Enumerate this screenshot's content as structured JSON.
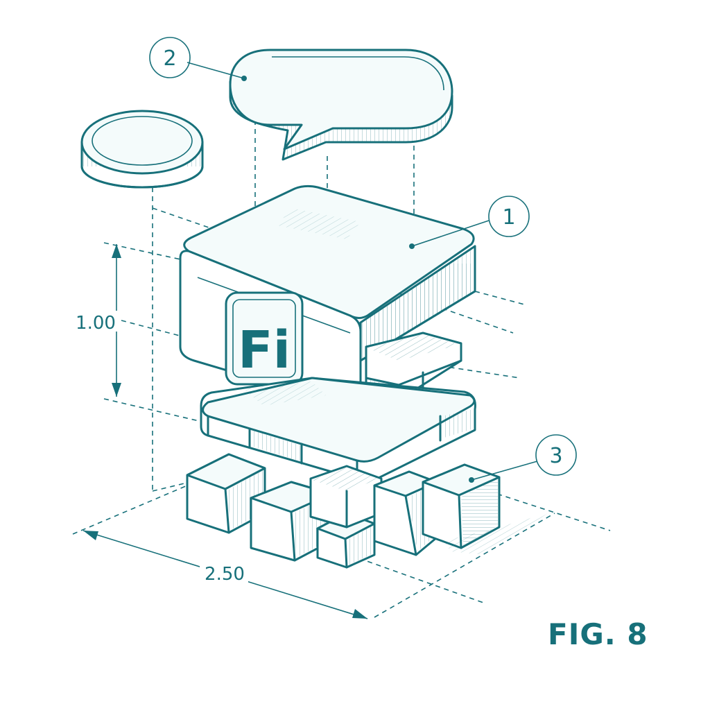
{
  "figure": {
    "title": "FIG. 8",
    "accent_color": "#17707a",
    "logo_text": "Fi",
    "dimensions": {
      "height_value": "1.00",
      "width_value": "2.50"
    },
    "callouts": [
      {
        "number": "1",
        "target": "main-block"
      },
      {
        "number": "2",
        "target": "speech-bubble"
      },
      {
        "number": "3",
        "target": "small-cube"
      }
    ],
    "icons": [
      "coin-icon",
      "speech-bubble-icon",
      "cube-icon",
      "fi-logo-icon"
    ]
  }
}
